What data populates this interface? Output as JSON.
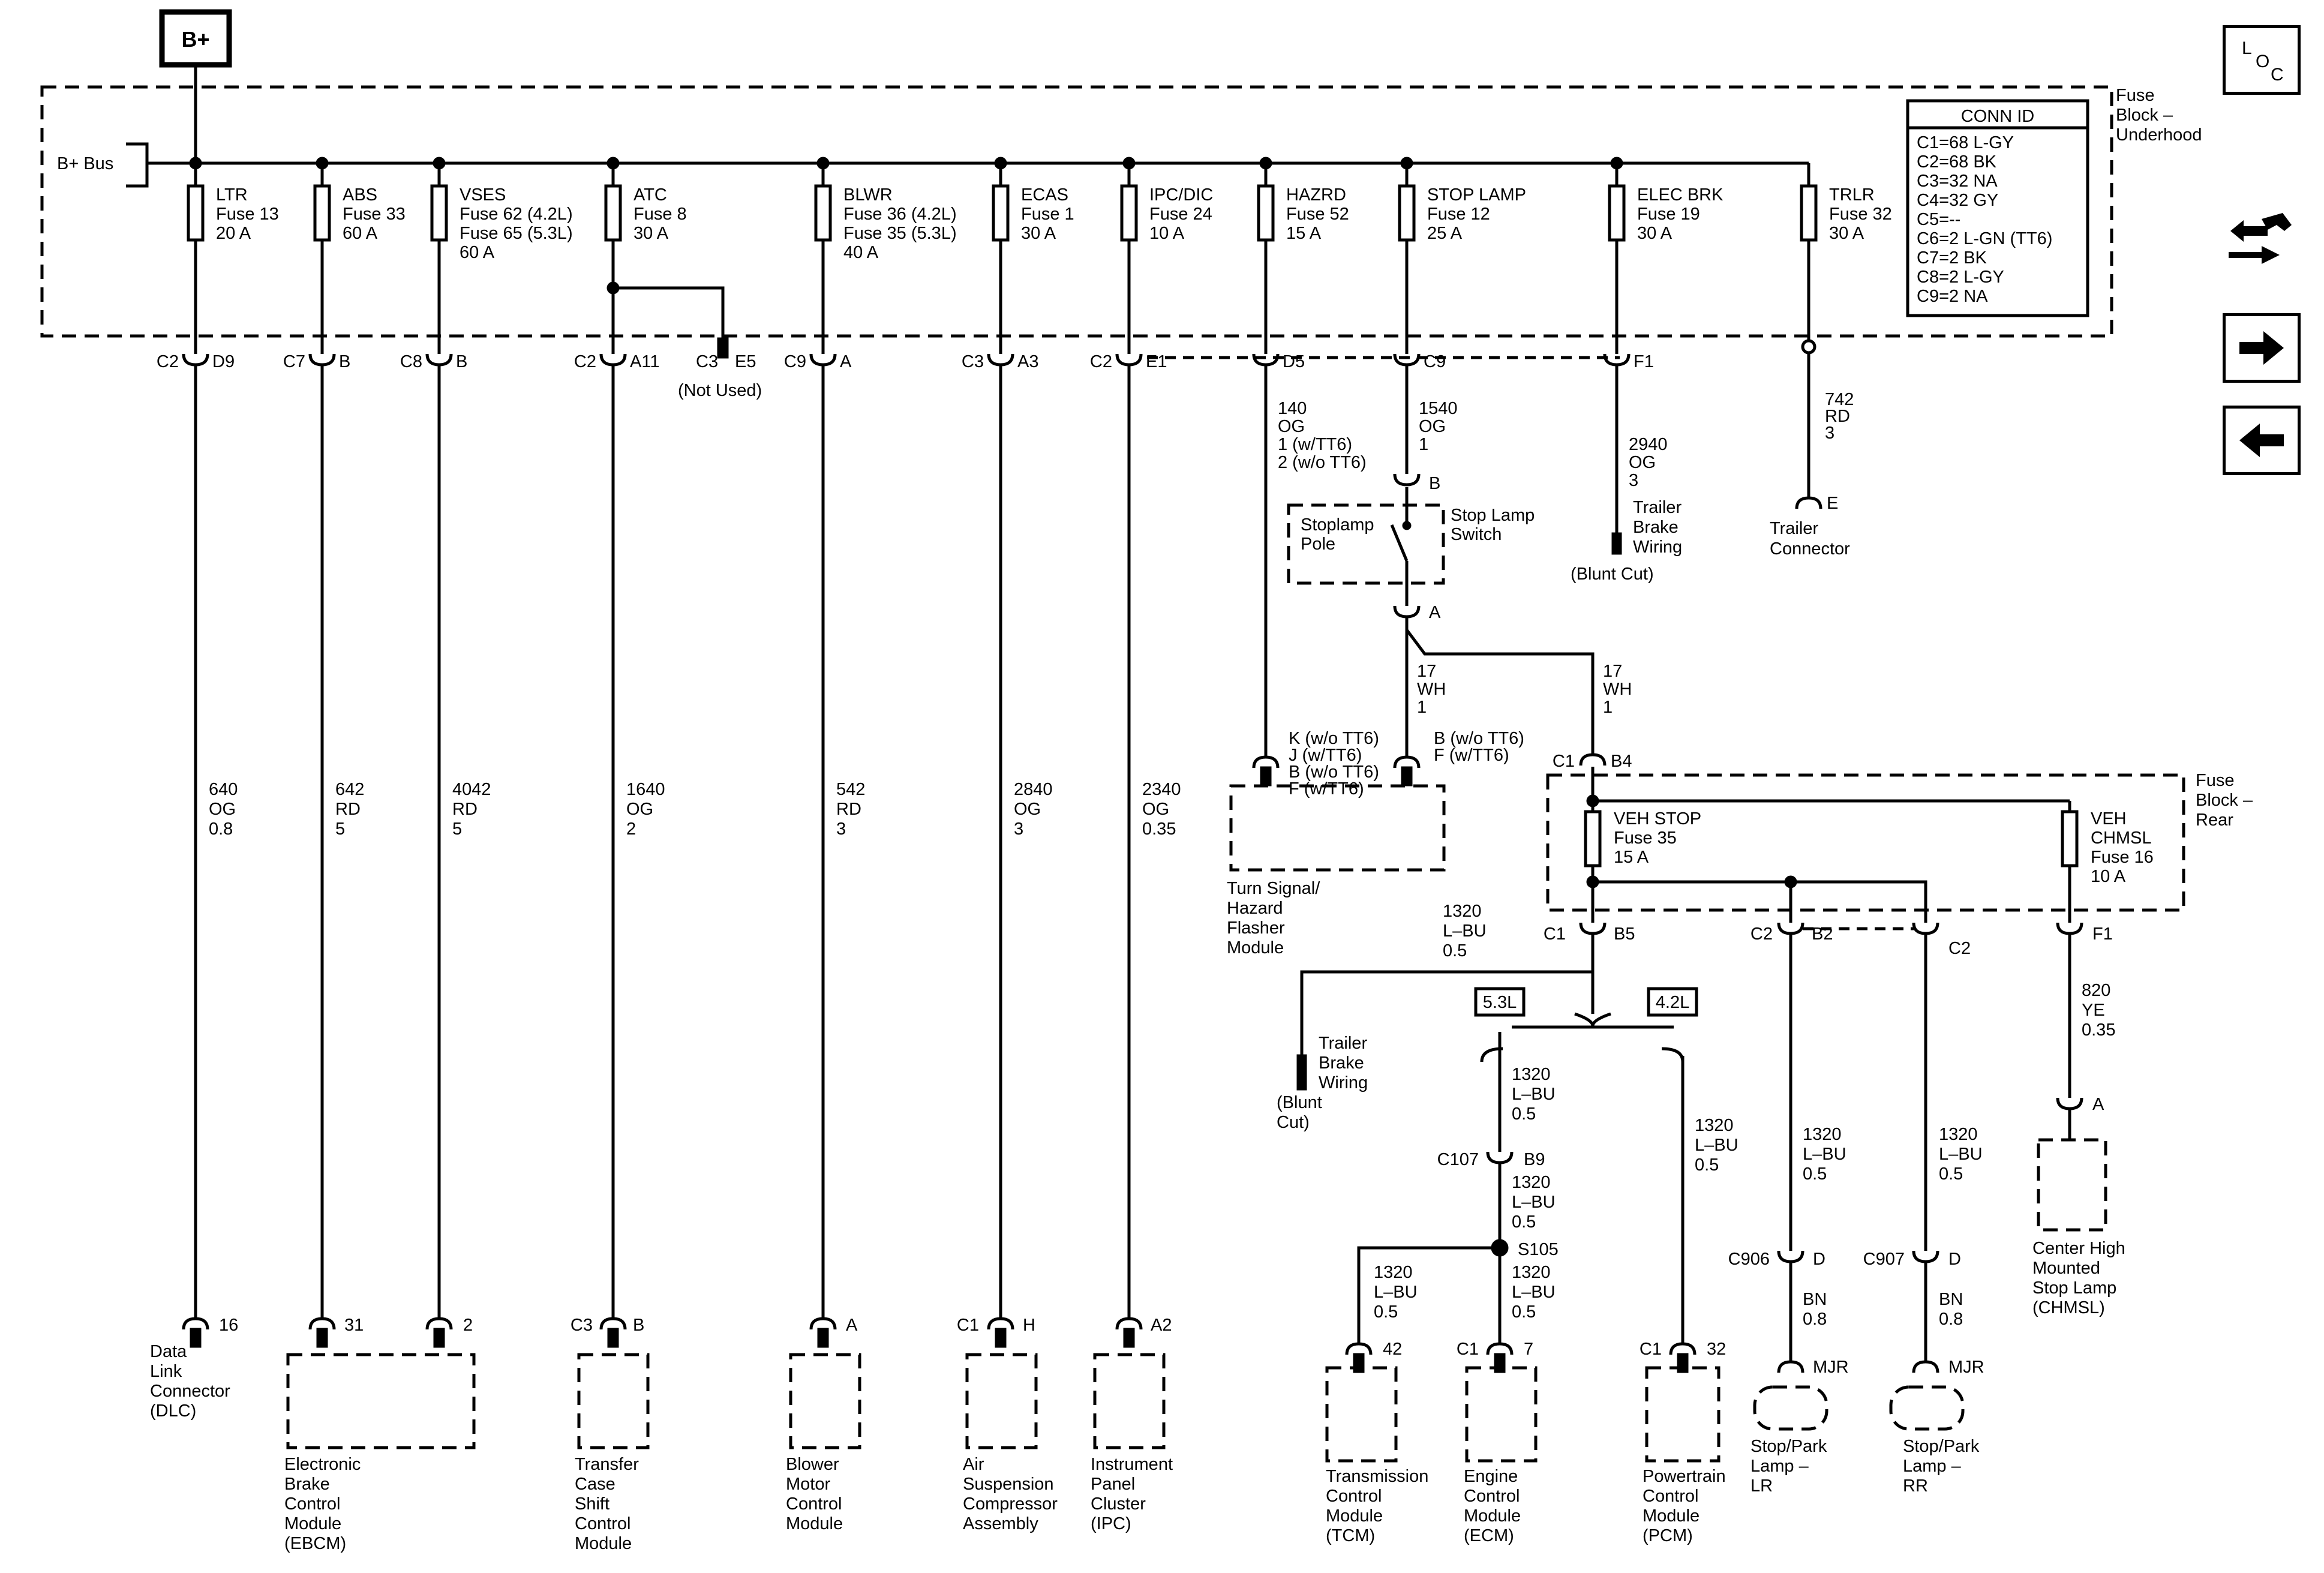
{
  "header": {
    "bplus_box": "B+",
    "bplus_bus": "B+ Bus"
  },
  "fuse_block_underhood": [
    "Fuse",
    "Block –",
    "Underhood"
  ],
  "fuse_block_rear": [
    "Fuse",
    "Block –",
    "Rear"
  ],
  "conn_id": {
    "title": "CONN ID",
    "rows": [
      "C1=68 L-GY",
      "C2=68 BK",
      "C3=32 NA",
      "C4=32 GY",
      "C5=--",
      "C6=2 L-GN (TT6)",
      "C7=2 BK",
      "C8=2 L-GY",
      "C9=2 NA"
    ]
  },
  "side_buttons": {
    "loc": [
      "L",
      "O",
      "C"
    ]
  },
  "fuses": [
    {
      "name": "LTR",
      "lines": [
        "Fuse 13",
        "20 A"
      ]
    },
    {
      "name": "ABS",
      "lines": [
        "Fuse 33",
        "60 A"
      ]
    },
    {
      "name": "VSES",
      "lines": [
        "Fuse 62 (4.2L)",
        "Fuse 65 (5.3L)",
        "60 A"
      ]
    },
    {
      "name": "ATC",
      "lines": [
        "Fuse 8",
        "30 A"
      ]
    },
    {
      "name": "BLWR",
      "lines": [
        "Fuse 36 (4.2L)",
        "Fuse 35 (5.3L)",
        "40 A"
      ]
    },
    {
      "name": "ECAS",
      "lines": [
        "Fuse 1",
        "30 A"
      ]
    },
    {
      "name": "IPC/DIC",
      "lines": [
        "Fuse 24",
        "10 A"
      ]
    },
    {
      "name": "HAZRD",
      "lines": [
        "Fuse 52",
        "15 A"
      ]
    },
    {
      "name": "STOP LAMP",
      "lines": [
        "Fuse 12",
        "25 A"
      ]
    },
    {
      "name": "ELEC BRK",
      "lines": [
        "Fuse 19",
        "30 A"
      ]
    },
    {
      "name": "TRLR",
      "lines": [
        "Fuse 32",
        "30 A"
      ]
    },
    {
      "name": "VEH STOP",
      "lines": [
        "Fuse 35",
        "15 A"
      ]
    },
    {
      "name": "VEH",
      "lines": [
        "CHMSL",
        "Fuse 16",
        "10 A"
      ]
    }
  ],
  "connectors": [
    {
      "conn": "C2",
      "pin": "D9"
    },
    {
      "conn": "C7",
      "pin": "B"
    },
    {
      "conn": "C8",
      "pin": "B"
    },
    {
      "conn": "C2",
      "pin": "A11"
    },
    {
      "conn": "C3",
      "pin": "E5"
    },
    {
      "conn": "C9",
      "pin": "A"
    },
    {
      "conn": "C3",
      "pin": "A3"
    },
    {
      "conn": "C2",
      "pin": "E1"
    },
    {
      "conn": "",
      "pin": "D5"
    },
    {
      "conn": "",
      "pin": "C9"
    },
    {
      "conn": "",
      "pin": "F1"
    },
    {
      "conn": "",
      "pin": "B"
    },
    {
      "conn": "",
      "pin": "A"
    },
    {
      "conn": "C1",
      "pin": "B4"
    },
    {
      "conn": "C1",
      "pin": "B5"
    },
    {
      "conn": "C2",
      "pin": "B2"
    },
    {
      "conn": "C2",
      "pin": ""
    },
    {
      "conn": "",
      "pin": "F1"
    },
    {
      "conn": "",
      "pin": "A"
    },
    {
      "conn": "C107",
      "pin": "B9"
    },
    {
      "conn": "C906",
      "pin": "D"
    },
    {
      "conn": "C907",
      "pin": "D"
    },
    {
      "conn": "",
      "pin": "E"
    }
  ],
  "not_used": "(Not Used)",
  "wires": [
    [
      "640",
      "OG",
      "0.8"
    ],
    [
      "642",
      "RD",
      "5"
    ],
    [
      "4042",
      "RD",
      "5"
    ],
    [
      "1640",
      "OG",
      "2"
    ],
    [
      "542",
      "RD",
      "3"
    ],
    [
      "2840",
      "OG",
      "3"
    ],
    [
      "2340",
      "OG",
      "0.35"
    ],
    [
      "140",
      "OG",
      "1 (w/TT6)",
      "2 (w/o TT6)"
    ],
    [
      "1540",
      "OG",
      "1"
    ],
    [
      "2940",
      "OG",
      "3"
    ],
    [
      "742",
      "RD",
      "3"
    ],
    [
      "17",
      "WH",
      "1"
    ],
    [
      "17",
      "WH",
      "1"
    ],
    [
      "1320",
      "L–BU",
      "0.5"
    ],
    [
      "820",
      "YE",
      "0.35"
    ],
    [
      "1320",
      "L–BU",
      "0.5"
    ],
    [
      "1320",
      "L–BU",
      "0.5"
    ],
    [
      "1320",
      "L–BU",
      "0.5"
    ],
    [
      "1320",
      "L–BU",
      "0.5"
    ],
    [
      "1320",
      "L–BU",
      "0.5"
    ],
    [
      "1320",
      "L–BU",
      "0.5"
    ],
    [
      "1320",
      "L–BU",
      "0.5"
    ],
    [
      "BN",
      "0.8"
    ],
    [
      "BN",
      "0.8"
    ]
  ],
  "splice": "S105",
  "engine_options": [
    "5.3L",
    "4.2L"
  ],
  "stoplamp": {
    "pole": [
      "Stoplamp",
      "Pole"
    ],
    "switch": [
      "Stop Lamp",
      "Switch"
    ],
    "flasher_pins": [
      "K (w/o TT6)",
      "J (w/TT6)",
      "B (w/o TT6)",
      "F (w/TT6)"
    ]
  },
  "trailer_brake_top": [
    "Trailer",
    "Brake",
    "Wiring",
    "(Blunt Cut)"
  ],
  "trailer_brake_low": [
    "Trailer",
    "Brake",
    "Wiring",
    "(Blunt",
    "Cut)"
  ],
  "trailer_connector": [
    "Trailer",
    "Connector"
  ],
  "components": [
    {
      "pin": "16",
      "conn": "",
      "label": [
        "Data",
        "Link",
        "Connector",
        "(DLC)"
      ]
    },
    {
      "pin": "31",
      "conn": "",
      "pin2": "2",
      "label": [
        "Electronic",
        "Brake",
        "Control",
        "Module",
        "(EBCM)"
      ]
    },
    {
      "pin": "B",
      "conn": "C3",
      "label": [
        "Transfer",
        "Case",
        "Shift",
        "Control",
        "Module"
      ]
    },
    {
      "pin": "A",
      "conn": "",
      "label": [
        "Blower",
        "Motor",
        "Control",
        "Module"
      ]
    },
    {
      "pin": "H",
      "conn": "C1",
      "label": [
        "Air",
        "Suspension",
        "Compressor",
        "Assembly"
      ]
    },
    {
      "pin": "A2",
      "conn": "",
      "label": [
        "Instrument",
        "Panel",
        "Cluster",
        "(IPC)"
      ]
    },
    {
      "pin": "",
      "conn": "",
      "label": [
        "Turn Signal/",
        "Hazard",
        "Flasher",
        "Module"
      ]
    },
    {
      "pin": "42",
      "conn": "",
      "label": [
        "Transmission",
        "Control",
        "Module",
        "(TCM)"
      ]
    },
    {
      "pin": "7",
      "conn": "C1",
      "label": [
        "Engine",
        "Control",
        "Module",
        "(ECM)"
      ]
    },
    {
      "pin": "32",
      "conn": "C1",
      "label": [
        "Powertrain",
        "Control",
        "Module",
        "(PCM)"
      ]
    },
    {
      "pin": "MJR",
      "conn": "",
      "label": [
        "Stop/Park",
        "Lamp –",
        "LR"
      ]
    },
    {
      "pin": "MJR",
      "conn": "",
      "label": [
        "Stop/Park",
        "Lamp –",
        "RR"
      ]
    },
    {
      "pin": "",
      "conn": "",
      "label": [
        "Center High",
        "Mounted",
        "Stop Lamp",
        "(CHMSL)"
      ]
    }
  ]
}
